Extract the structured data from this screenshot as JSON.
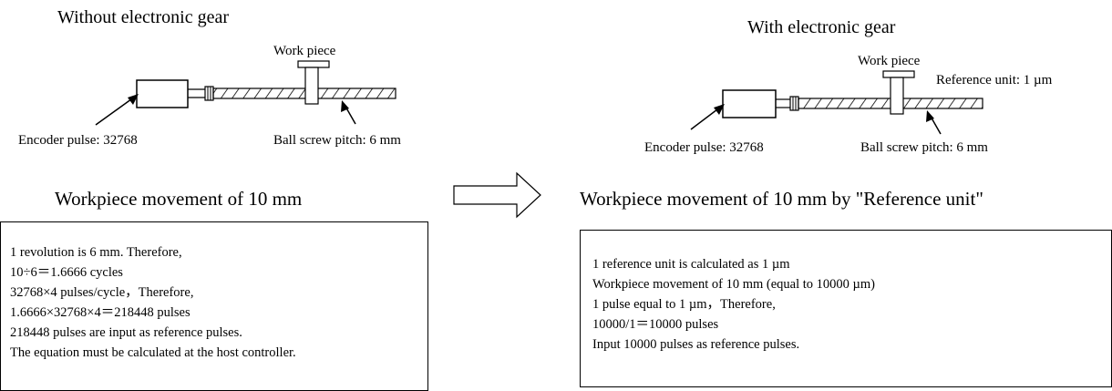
{
  "left": {
    "title": "Without electronic gear",
    "labels": {
      "workpiece": "Work piece",
      "encoder": "Encoder pulse: 32768",
      "ballscrew": "Ball screw pitch: 6 mm"
    },
    "heading": "Workpiece movement of 10 mm",
    "lines": [
      "1 revolution is 6 mm. Therefore,",
      "10÷6＝1.6666 cycles",
      "32768×4 pulses/cycle，Therefore,",
      "1.6666×32768×4＝218448 pulses",
      "218448 pulses are input as reference pulses.",
      "The equation must be calculated at the host controller."
    ]
  },
  "right": {
    "title": "With electronic gear",
    "labels": {
      "workpiece": "Work piece",
      "reference_unit": "Reference unit: 1 µm",
      "encoder": "Encoder pulse: 32768",
      "ballscrew": "Ball screw pitch: 6 mm"
    },
    "heading": "Workpiece movement of 10 mm by \"Reference unit\"",
    "lines": [
      "1 reference unit is calculated as 1 µm",
      "Workpiece movement of 10 mm (equal to 10000 µm)",
      "1 pulse equal to 1 µm，Therefore,",
      "10000/1＝10000 pulses",
      "Input 10000 pulses as reference pulses."
    ]
  }
}
